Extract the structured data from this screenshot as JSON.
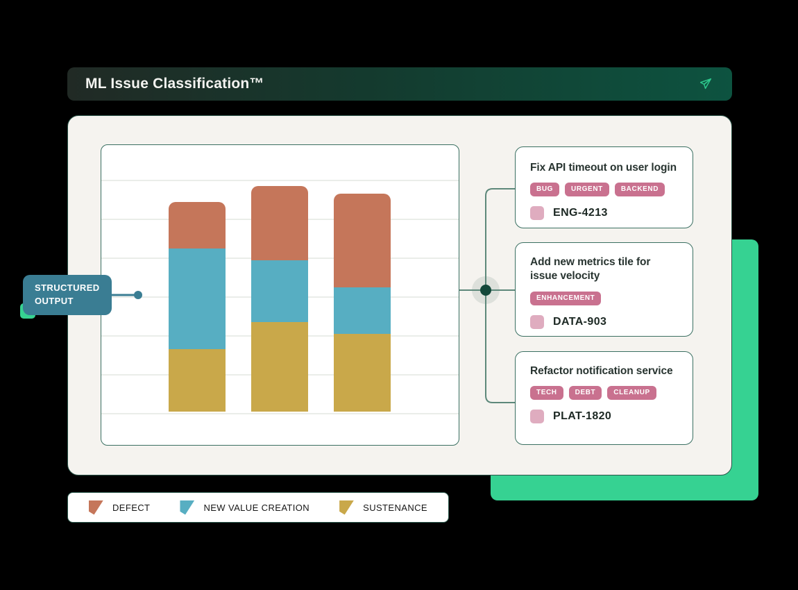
{
  "header": {
    "title": "ML Issue Classification™"
  },
  "annotation": {
    "line1": "STRUCTURED",
    "line2": "OUTPUT"
  },
  "chart_data": {
    "type": "bar",
    "stacked": true,
    "categories": [
      "",
      "",
      ""
    ],
    "series": [
      {
        "name": "SUSTENANCE",
        "color": "#c9a84a",
        "values": [
          16,
          23,
          20
        ]
      },
      {
        "name": "NEW VALUE CREATION",
        "color": "#57aec2",
        "values": [
          26,
          16,
          12
        ]
      },
      {
        "name": "DEFECT",
        "color": "#c5765a",
        "values": [
          12,
          19,
          24
        ]
      }
    ],
    "title": "",
    "xlabel": "",
    "ylabel": "",
    "ylim": [
      0,
      69
    ],
    "grid": "horizontal-only",
    "axis_tick_labels_visible": false,
    "legend_position": "external-bottom-left"
  },
  "cards": [
    {
      "title": "Fix API timeout on user login",
      "tags": [
        "BUG",
        "URGENT",
        "BACKEND"
      ],
      "id": "ENG-4213"
    },
    {
      "title": "Add new metrics tile for issue velocity",
      "tags": [
        "ENHANCEMENT"
      ],
      "id": "DATA-903"
    },
    {
      "title": "Refactor notification service",
      "tags": [
        "TECH",
        "DEBT",
        "CLEANUP"
      ],
      "id": "PLAT-1820"
    }
  ],
  "legend": {
    "items": [
      {
        "label": "DEFECT",
        "color": "#c5765a"
      },
      {
        "label": "NEW VALUE CREATION",
        "color": "#57aec2"
      },
      {
        "label": "SUSTENANCE",
        "color": "#c9a84a"
      }
    ]
  },
  "colors": {
    "page_bg": "#000000",
    "header_dark": "#212a25",
    "header_green": "#0d5340",
    "card_bg": "#f5f3ef",
    "accent_green": "#36d292",
    "teal": "#3a7d93",
    "connector": "#5d887a",
    "node_dot": "#14483a",
    "node_halo": "rgba(61,104,88,0.13)",
    "card_border": "#3a6f61",
    "legend_border": "#2c5b4e",
    "tag_bg": "#c9718f",
    "tag_chip": "#dfacbf",
    "send_icon": "#2ec98d"
  }
}
